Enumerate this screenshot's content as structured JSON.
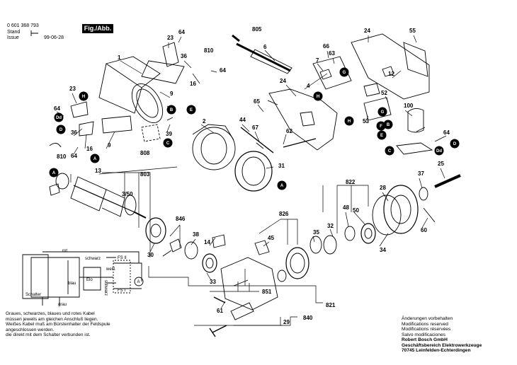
{
  "header": {
    "doc_number": "0 601 368 793",
    "stand_label": "Stand",
    "stand_value": "",
    "issue_label": "Issue",
    "issue_value": "99-06-28",
    "figure_label": "Fig./Abb. 1"
  },
  "part_numbers": [
    "1",
    "2",
    "4",
    "6",
    "7",
    "9",
    "9",
    "12",
    "13",
    "14",
    "16",
    "16",
    "23",
    "23",
    "24",
    "24",
    "25",
    "28",
    "29",
    "30",
    "31",
    "32",
    "33",
    "34",
    "35",
    "36",
    "36",
    "37",
    "38",
    "39",
    "44",
    "45",
    "48",
    "50",
    "52",
    "53",
    "55",
    "60",
    "61",
    "62",
    "63",
    "64",
    "64",
    "64",
    "64",
    "64",
    "65",
    "66",
    "67",
    "100",
    "3/50",
    "805",
    "808",
    "810",
    "810",
    "803",
    "822",
    "826",
    "821",
    "840",
    "846",
    "851"
  ],
  "callouts": [
    "A",
    "A",
    "A",
    "B",
    "B",
    "C",
    "C",
    "D",
    "D",
    "Dd",
    "Dd",
    "E",
    "E",
    "F",
    "G",
    "G",
    "H",
    "H",
    "H"
  ],
  "wiring": {
    "wire_labels": [
      "rot",
      "schwarz",
      "weiß",
      "blau",
      "schwarz",
      "grau"
    ],
    "field_labels": [
      "FS II",
      "FS I"
    ],
    "component_labels": [
      "Elo",
      "Schalter",
      "A"
    ]
  },
  "note_de": [
    "Graues, schwarzes, blaues und rotes Kabel",
    "müssen jeweils am gleichen Anschluß liegen.",
    "Weißes Kabel muß am Bürstenhalter der Feldspule",
    "angeschlossen werden.",
    "die direkt mit dem Schalter verbunden ist."
  ],
  "notes_right": [
    "Änderungen vorbehalten",
    "Modifications reserved",
    "Modifications réservées",
    "Salvo modificaciones",
    "Robert Bosch GmbH",
    "Geschäftsbereich Elektrowerkzeuge",
    "70745 Leinfelden-Echterdingen"
  ]
}
